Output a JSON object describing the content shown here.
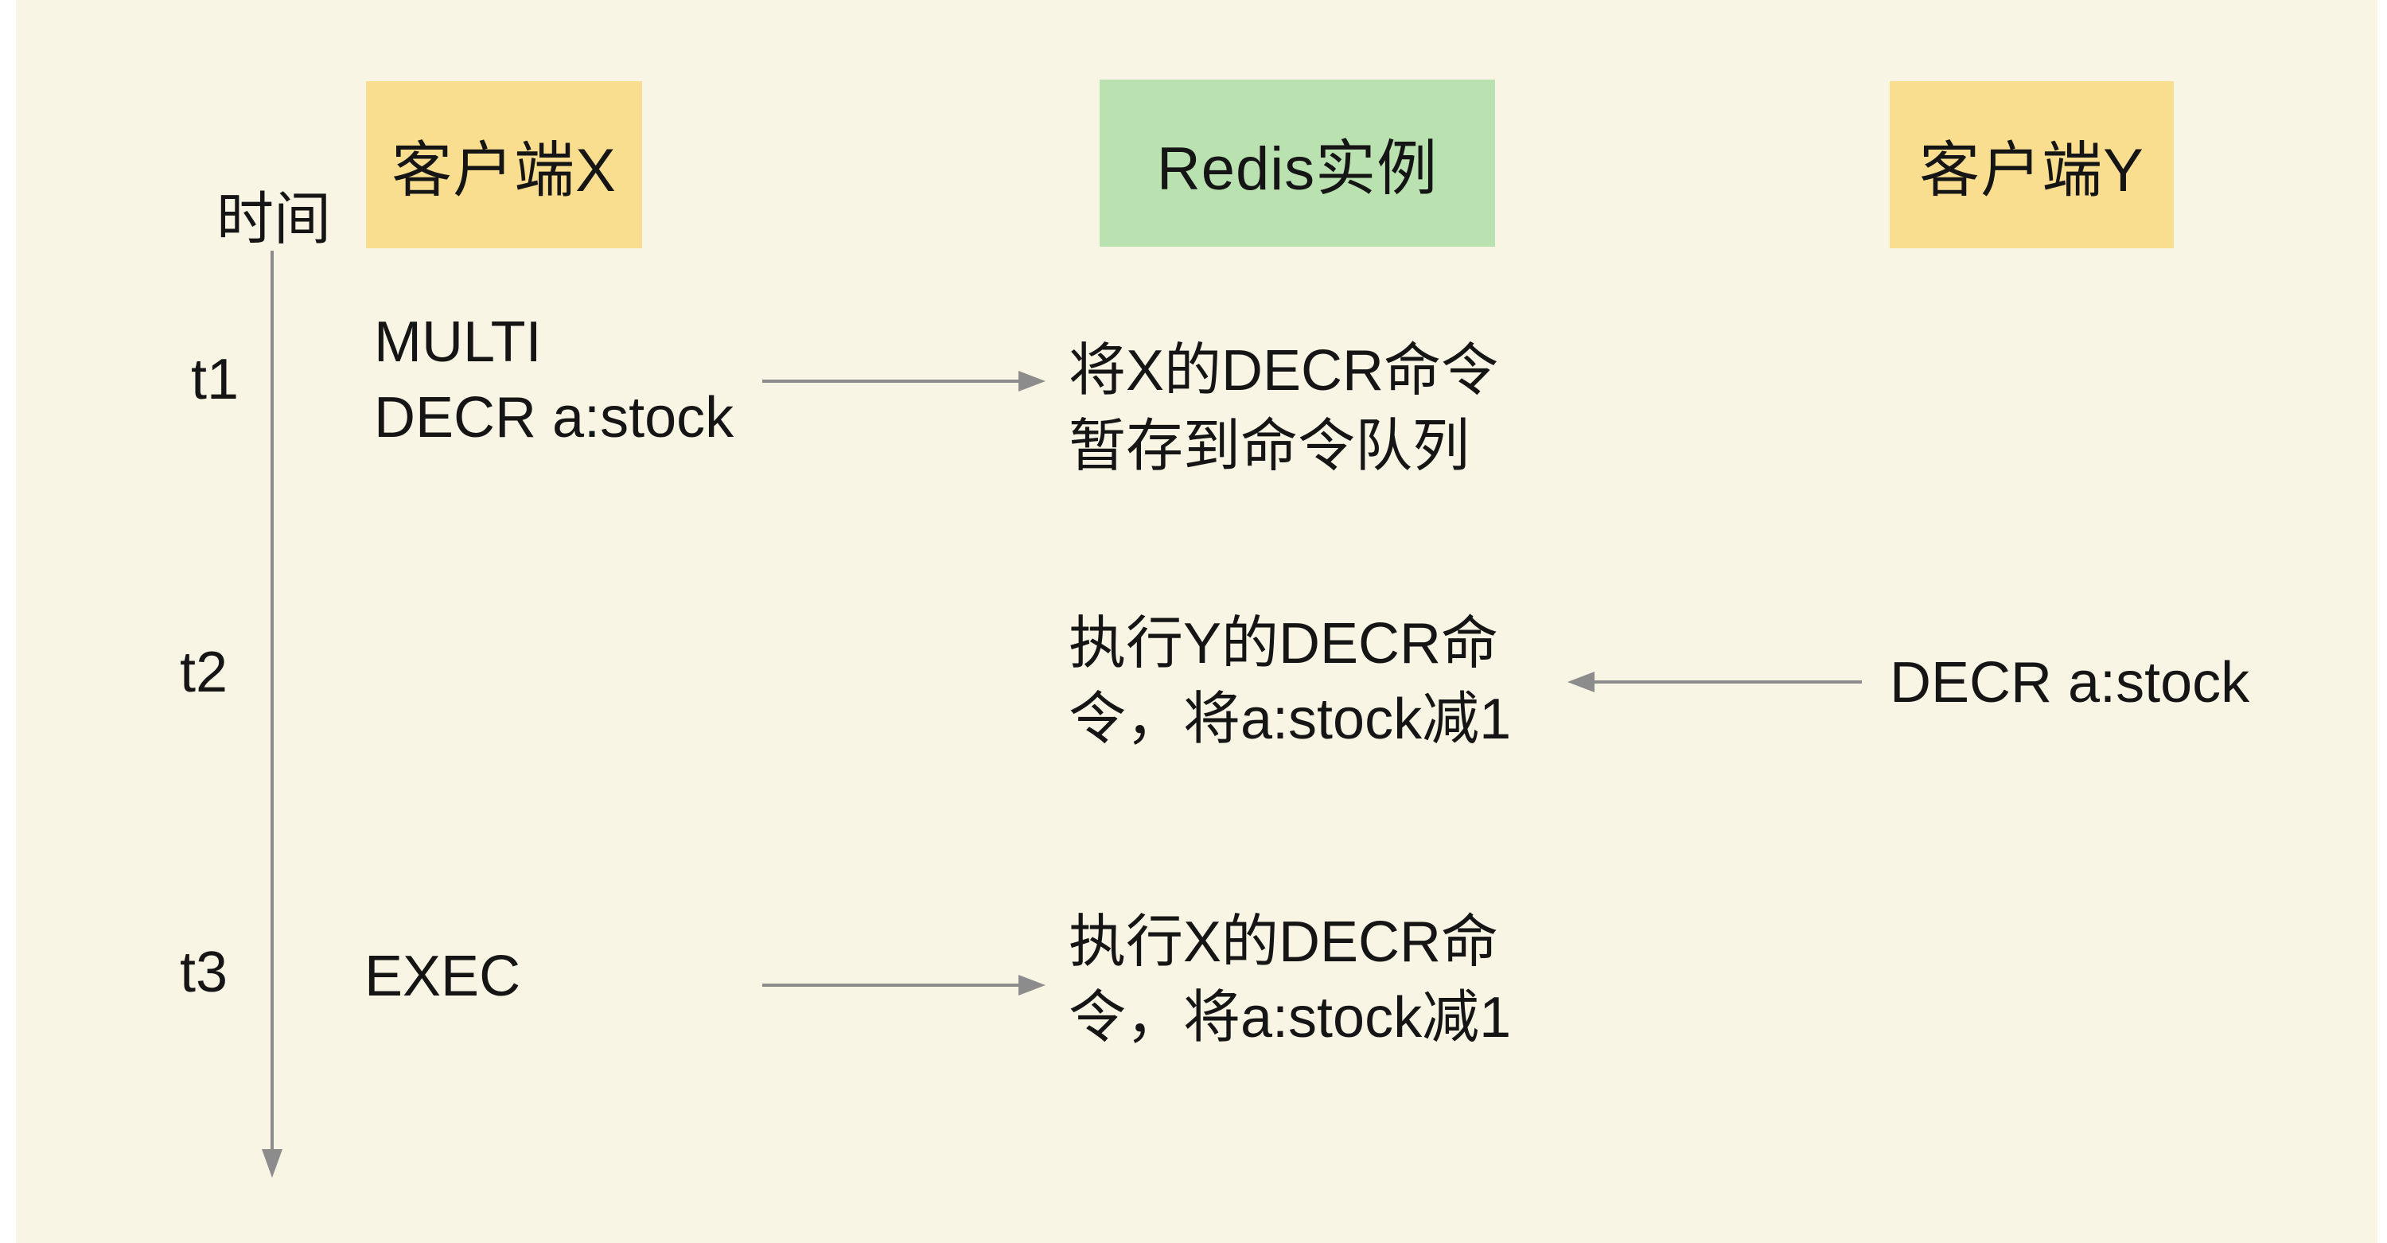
{
  "colors": {
    "bg": "#F8F5E4",
    "actor-yellow": "#FADE90",
    "actor-green": "#BAE2B0",
    "arrow": "#8C8C8C",
    "text": "#151515"
  },
  "timeline": {
    "label": "时间",
    "ticks": [
      "t1",
      "t2",
      "t3"
    ]
  },
  "actors": [
    {
      "id": "client-x",
      "label": "客户端X"
    },
    {
      "id": "redis",
      "label": "Redis实例"
    },
    {
      "id": "client-y",
      "label": "客户端Y"
    }
  ],
  "events": [
    {
      "time": "t1",
      "from": "client-x",
      "client_text": "MULTI\nDECR a:stock",
      "redis_text": "将X的DECR命令\n暂存到命令队列"
    },
    {
      "time": "t2",
      "from": "client-y",
      "client_text": "DECR a:stock",
      "redis_text": "执行Y的DECR命\n令，将a:stock减1"
    },
    {
      "time": "t3",
      "from": "client-x",
      "client_text": "EXEC",
      "redis_text": "执行X的DECR命\n令，将a:stock减1"
    }
  ]
}
